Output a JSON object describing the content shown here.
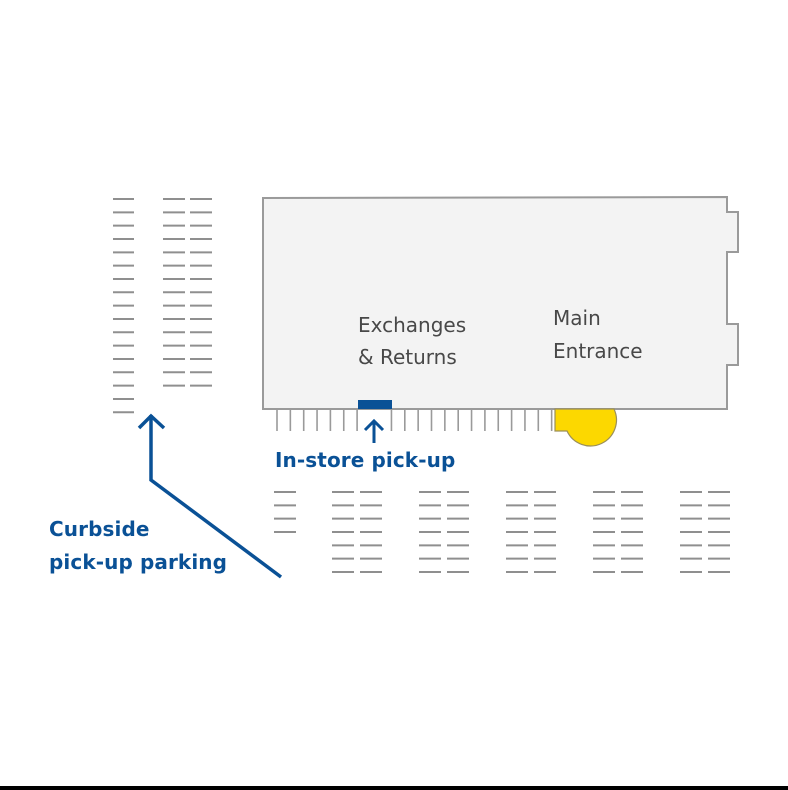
{
  "map": {
    "labels": {
      "exchanges_line1": "Exchanges",
      "exchanges_line2": "& Returns",
      "main_entrance_line1": "Main",
      "main_entrance_line2": "Entrance",
      "in_store_pickup": "In-store pick-up",
      "curbside_line1": "Curbside",
      "curbside_line2": "pick-up parking"
    },
    "colors": {
      "building_fill": "#f3f3f3",
      "building_stroke": "#9a9a9a",
      "parking_line": "#8f8f8f",
      "accent_blue": "#0a5196",
      "entrance_yellow": "#fcd800"
    },
    "parking": {
      "left_lot": {
        "columns": [
          {
            "spaces": 17
          },
          {
            "spaces": 15
          },
          {
            "spaces": 15
          }
        ]
      },
      "bottom_lot": {
        "columns": [
          {
            "spaces": 4
          },
          {
            "spaces": 7
          },
          {
            "spaces": 7
          },
          {
            "spaces": 7
          },
          {
            "spaces": 7
          },
          {
            "spaces": 7
          },
          {
            "spaces": 7
          },
          {
            "spaces": 7
          },
          {
            "spaces": 7
          },
          {
            "spaces": 7
          },
          {
            "spaces": 7
          }
        ]
      },
      "storefront_stalls": 20
    }
  }
}
